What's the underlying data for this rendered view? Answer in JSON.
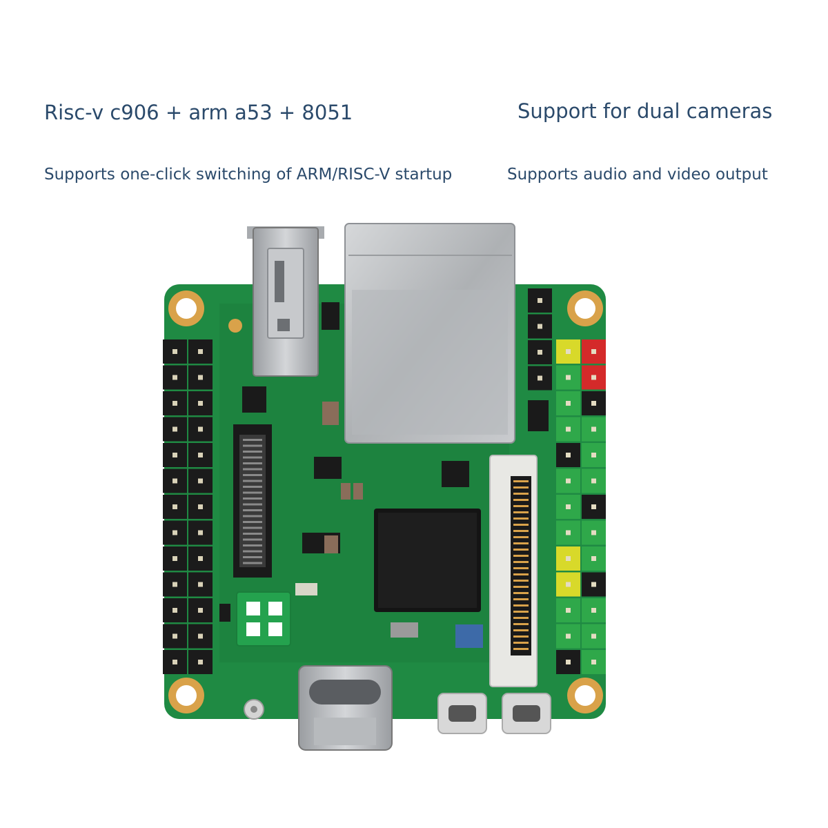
{
  "features": {
    "cpu": "Risc-v c906 + arm a53 + 8051",
    "cameras": "Support for dual cameras",
    "switching": "Supports one-click switching of ARM/RISC-V startup",
    "av_output": "Supports audio and video output"
  },
  "colors": {
    "text": "#2b4a6b",
    "pcb": "#1f8a43",
    "pcb_dark": "#166b32",
    "pad_gold": "#d9a24a",
    "header_black": "#1b1b1b",
    "header_green": "#2fa84a",
    "header_yellow": "#d8d92a",
    "header_red": "#d42a2a",
    "metal": "#b9bcc0"
  }
}
